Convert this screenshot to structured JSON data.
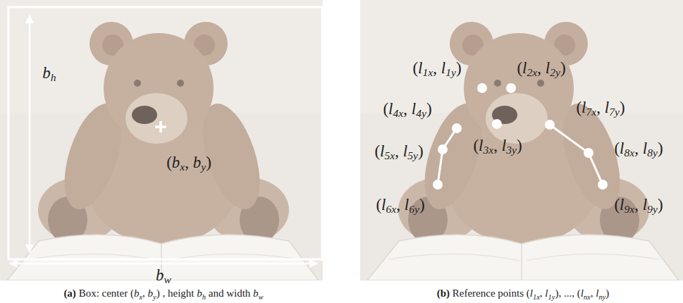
{
  "diagram": {
    "labels": [
      "bh",
      "(bx, by)",
      "bw",
      "(l1x, l1y)",
      "(l2x, l2y)",
      "(l4x, l4y)",
      "(l7x, l7y)",
      "(l3x, l3y)",
      "(l8x, l8y)",
      "(l5x, l5y)",
      "(l6x, l6y)",
      "(l9x, l9y)",
      "(a) Box: center (bx, by) , height bh and width bw",
      "(b) Reference points (l1x, l1y), ..., (lnx, lny)"
    ]
  }
}
